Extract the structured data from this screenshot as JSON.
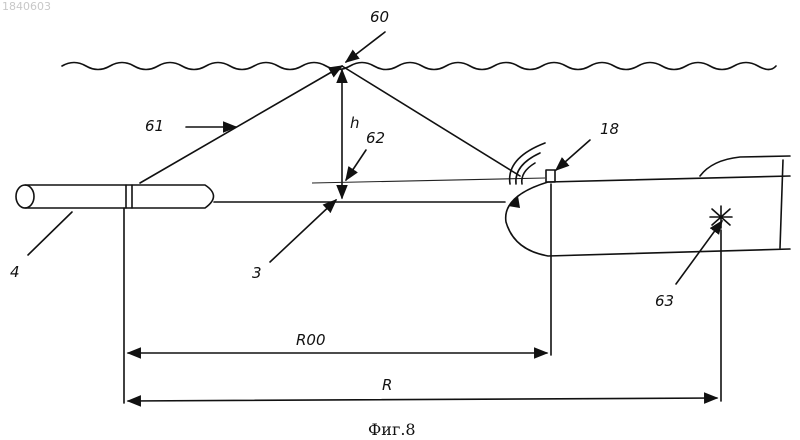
{
  "watermark": "1840603",
  "labels": {
    "l60": "60",
    "l61": "61",
    "l62": "62",
    "l18": "18",
    "l4": "4",
    "l3": "3",
    "l63": "63",
    "h": "h",
    "R00": "R00",
    "R": "R"
  },
  "caption": "Фиг.8"
}
